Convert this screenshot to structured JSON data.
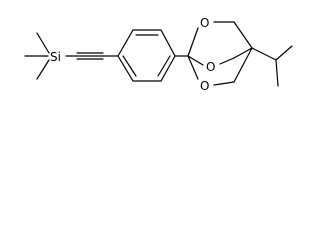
{
  "molecule": {
    "atoms": {
      "silicon": "Si",
      "oxygen_top": "O",
      "oxygen_middle": "O",
      "oxygen_bottom": "O"
    }
  }
}
